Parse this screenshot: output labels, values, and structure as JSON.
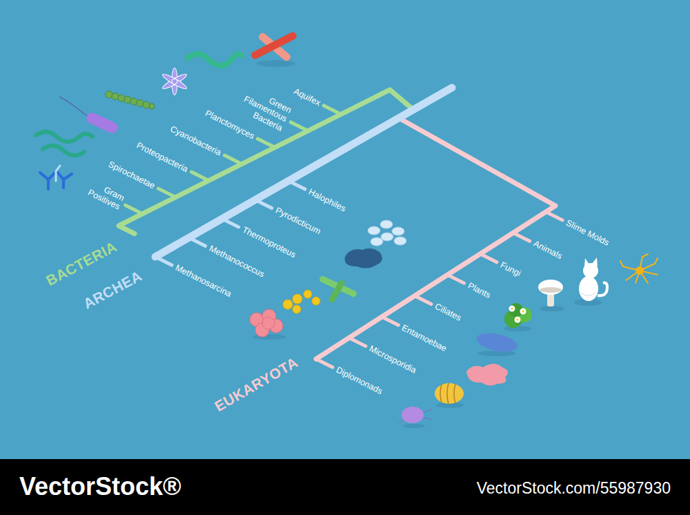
{
  "diagram": {
    "labels": [
      "Aquifex",
      "Green Filamentous Bacteria",
      "Planctomyces",
      "Cyanobacteria",
      "Proteopacteria",
      "Spirochaetae",
      "Gram Positives",
      "BACTERIA",
      "Halophiles",
      "Pyrodicticum",
      "Thermoproteus",
      "Methanococcus",
      "Methanosarcina",
      "ARCHEA",
      "Slime Molds",
      "Animals",
      "Fungi",
      "Plants",
      "Ciliates",
      "Entamoebae",
      "Microsporidia",
      "Diplomonads",
      "EUKARYOTA",
      "VectorStock®",
      "VectorStock.com/55987930"
    ]
  }
}
